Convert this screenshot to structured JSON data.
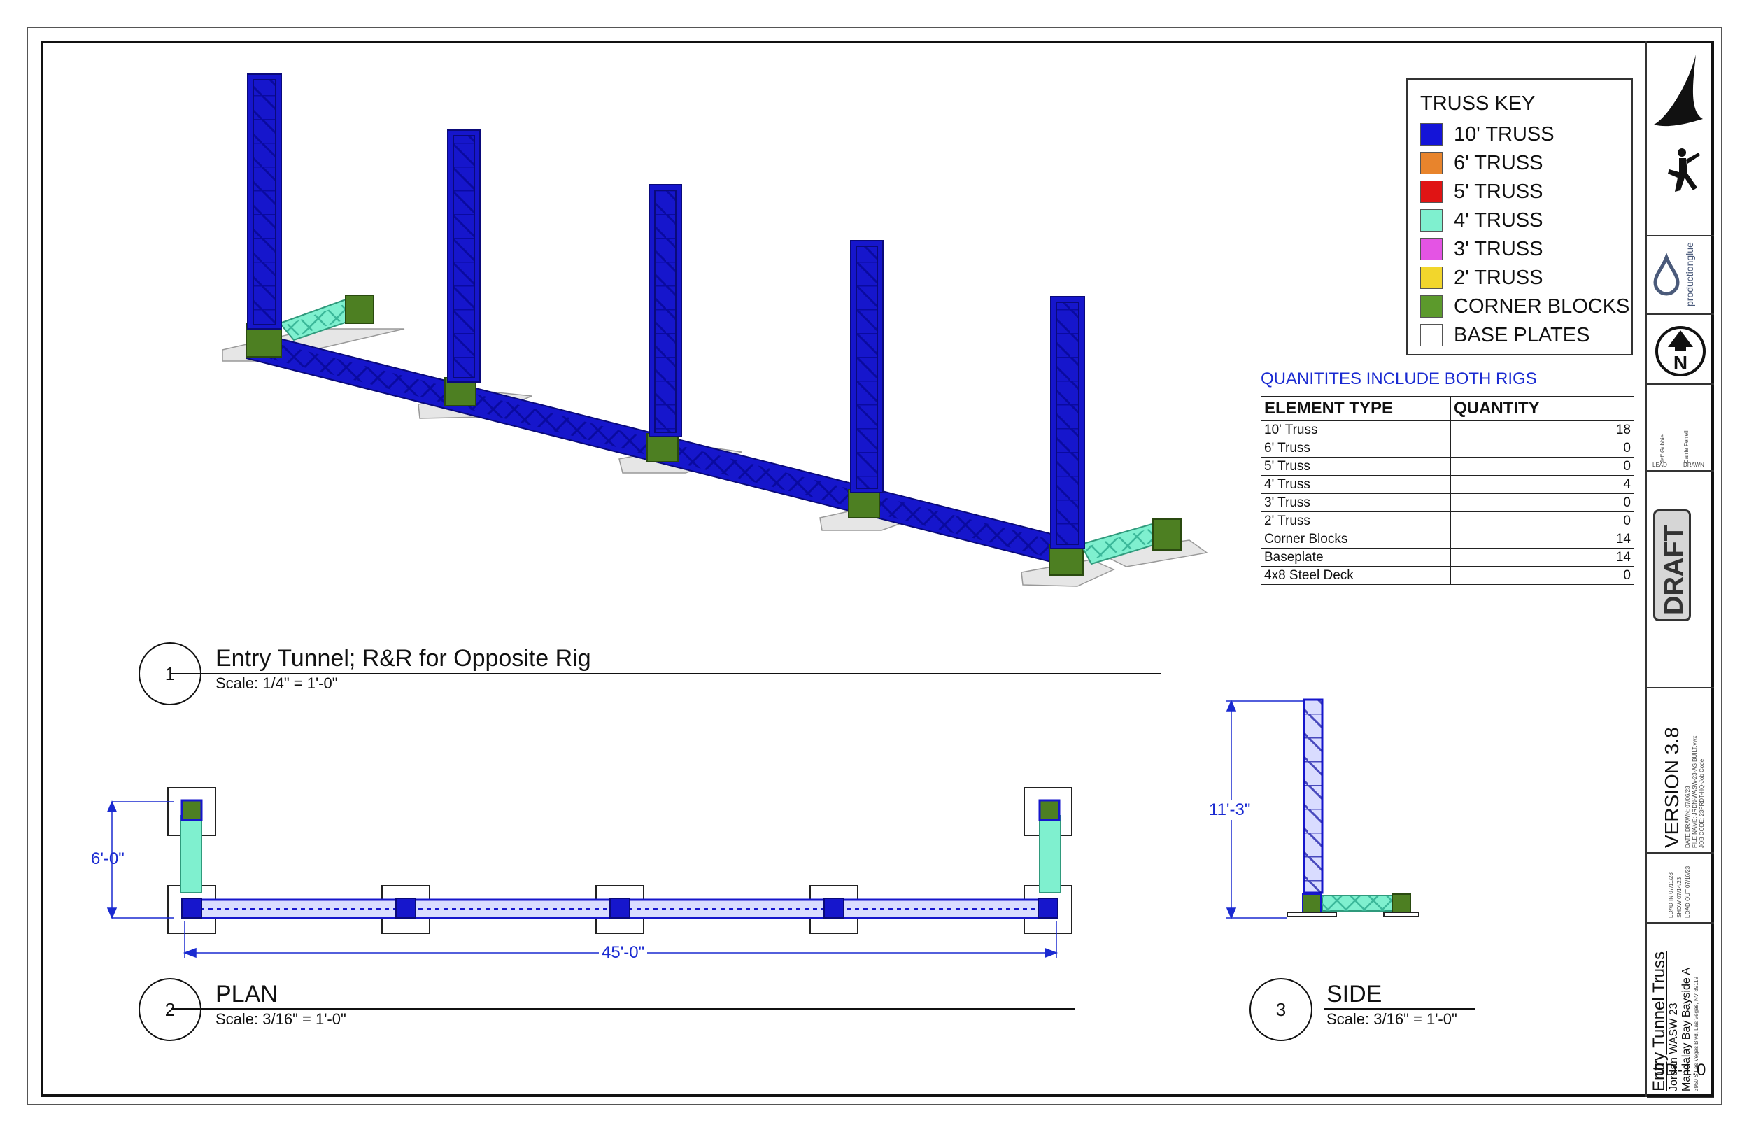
{
  "truss_key": {
    "title": "TRUSS KEY",
    "items": [
      {
        "label": "10' TRUSS",
        "color": "#1414d8"
      },
      {
        "label": "6' TRUSS",
        "color": "#e8842c"
      },
      {
        "label": "5' TRUSS",
        "color": "#e01414"
      },
      {
        "label": "4' TRUSS",
        "color": "#7ff0cf"
      },
      {
        "label": "3' TRUSS",
        "color": "#e454e4"
      },
      {
        "label": "2' TRUSS",
        "color": "#f2d62c"
      },
      {
        "label": "CORNER BLOCKS",
        "color": "#5c9a2c"
      },
      {
        "label": "BASE PLATES",
        "color": "#ffffff"
      }
    ]
  },
  "quantities": {
    "note": "QUANITITES INCLUDE BOTH RIGS",
    "headers": [
      "ELEMENT TYPE",
      "QUANTITY"
    ],
    "rows": [
      {
        "type": "10' Truss",
        "qty": "18"
      },
      {
        "type": "6' Truss",
        "qty": "0"
      },
      {
        "type": "5' Truss",
        "qty": "0"
      },
      {
        "type": "4' Truss",
        "qty": "4"
      },
      {
        "type": "3' Truss",
        "qty": "0"
      },
      {
        "type": "2' Truss",
        "qty": "0"
      },
      {
        "type": "Corner Blocks",
        "qty": "14"
      },
      {
        "type": "Baseplate",
        "qty": "14"
      },
      {
        "type": "4x8 Steel Deck",
        "qty": "0"
      }
    ]
  },
  "views": {
    "iso": {
      "number": "1",
      "title": "Entry Tunnel; R&R for Opposite Rig",
      "scale": "Scale: 1/4\" = 1'-0\""
    },
    "plan": {
      "number": "2",
      "title": "PLAN",
      "scale": "Scale: 3/16\" = 1'-0\"",
      "dim_width": "45'-0\"",
      "dim_depth": "6'-0\""
    },
    "side": {
      "number": "3",
      "title": "SIDE",
      "scale": "Scale: 3/16\" = 1'-0\"",
      "dim_height": "11'-3\""
    }
  },
  "title_block": {
    "brand": "productionglue",
    "north": "N",
    "lead_name": "Jeff Gubbie",
    "lead_label": "LEAD",
    "drawn_name": "Carrie Ferrelli",
    "drawn_label": "DRAWN",
    "draft": "DRAFT",
    "version": "VERSION 3.8",
    "date_drawn": "DATE DRAWN: 07/06/23",
    "file_name": "FILE NAME: JRDN-WASW-23-AS BUILT.vwx",
    "job_code": "JOB CODE: 23PRDT-HQ-Job Code",
    "load_in": "LOAD IN 07/11/23",
    "show": "SHOW 07/14/23",
    "load_out": "LOAD OUT 07/16/23",
    "project_title": "Entry Tunnel Truss",
    "show_name": "Jordan WASW 23",
    "venue": "Mandalay Bay Bayside A",
    "address": "3950 S Las Vegas Blvd, Las Vegas, NV 89119",
    "sheet": "SD-1.0"
  }
}
